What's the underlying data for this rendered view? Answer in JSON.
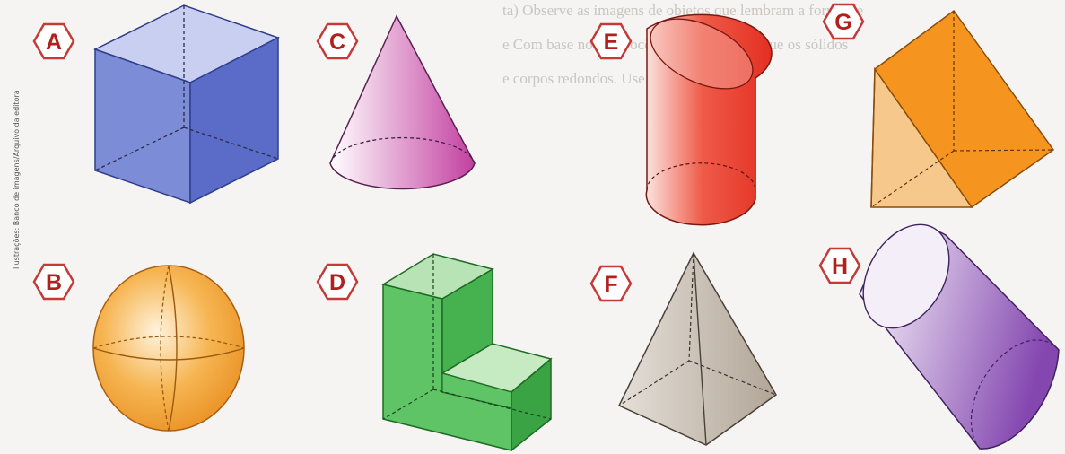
{
  "credit": "Ilustrações: Banco de imagens/Arquivo da editora",
  "background_text": [
    "ta) Observe as imagens de objetos que lembram a forma de",
    "e Com base no que você observou, classifique os sólidos",
    "e corpos redondos. Use o nome da figura"
  ],
  "labels": [
    "A",
    "B",
    "C",
    "D",
    "E",
    "F",
    "G",
    "H"
  ],
  "colors": {
    "label_border": "#c33a37",
    "label_text": "#b0201c",
    "cube": "#6f7fd1",
    "sphere": "#f0a23c",
    "cone": "#c94fa8",
    "l_prism": "#52b55b",
    "oblique_cylinder_red": "#e8392b",
    "pyramid": "#b6ab9f",
    "triangular_prism": "#f59a2b",
    "cylinder_purple": "#8e5bb3"
  }
}
